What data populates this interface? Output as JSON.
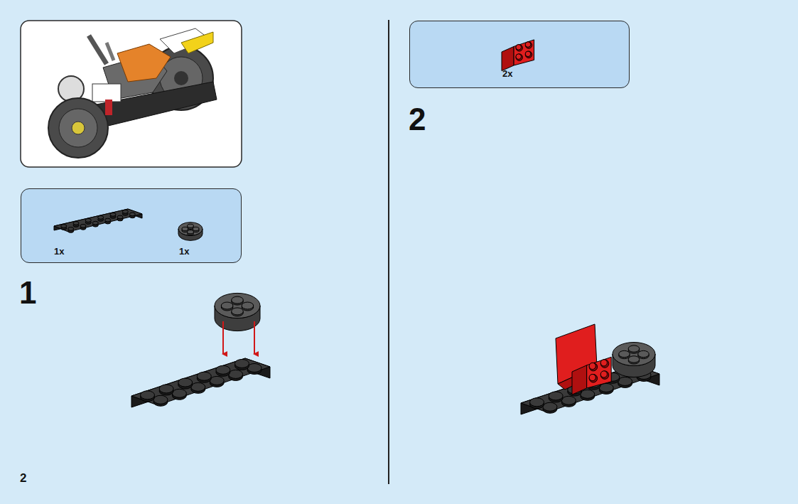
{
  "diagram": {
    "nodes": [
      {
        "text": [
          "1x",
          "1x"
        ]
      },
      {
        "text": [
          "2x"
        ]
      }
    ],
    "labels": [
      "1",
      "2",
      "2"
    ]
  }
}
